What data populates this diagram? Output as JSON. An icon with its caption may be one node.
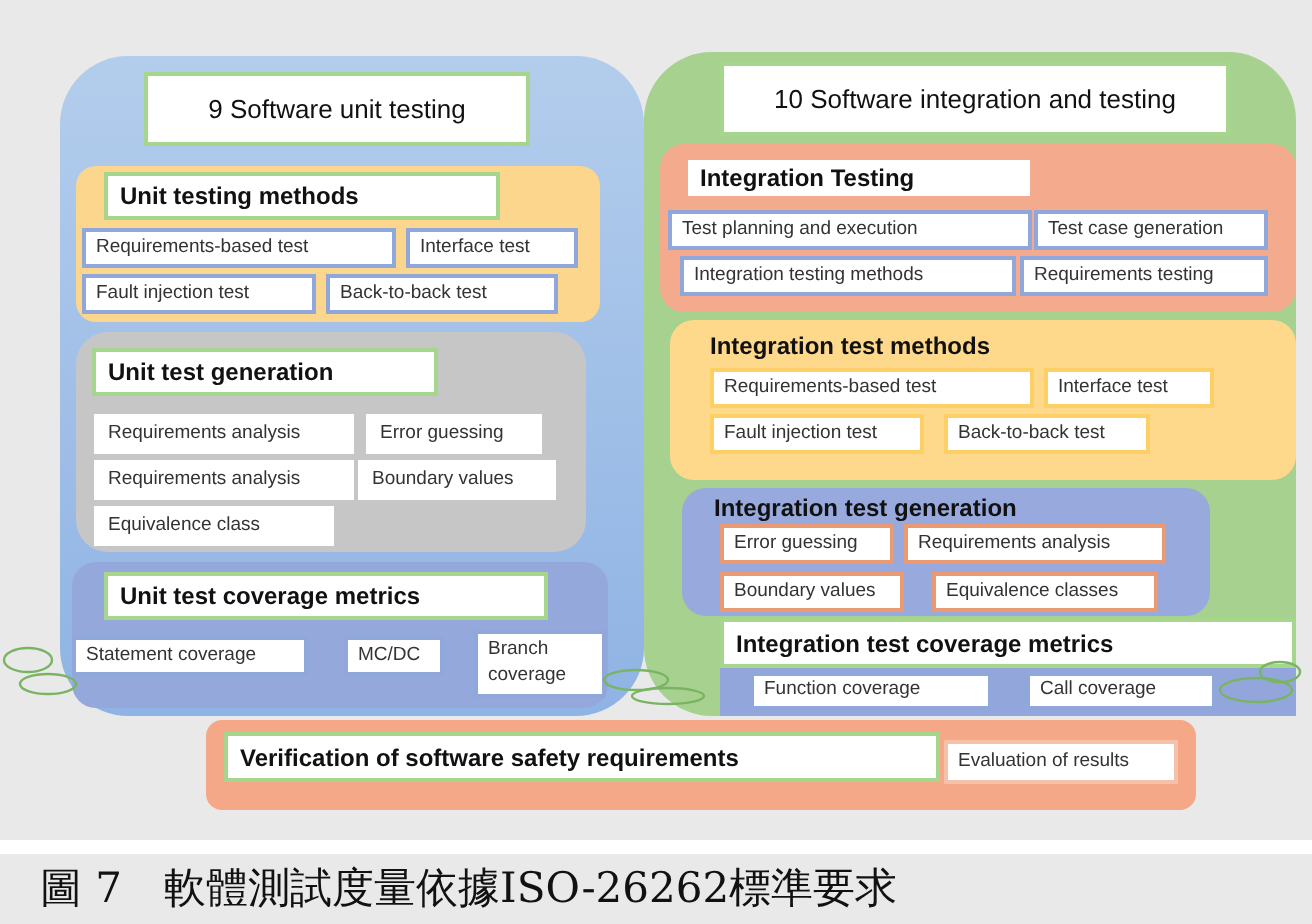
{
  "diagram": {
    "caption": "圖 7　軟體測試度量依據ISO-26262標準要求",
    "nodes": [
      {
        "text": [
          "9 Software unit testing"
        ]
      },
      {
        "text": [
          "Unit testing methods"
        ],
        "in": 0
      },
      {
        "text": [
          "Requirements-based test"
        ],
        "in": 1
      },
      {
        "text": [
          "Interface test"
        ],
        "in": 1
      },
      {
        "text": [
          "Fault injection test"
        ],
        "in": 1
      },
      {
        "text": [
          "Back-to-back test"
        ],
        "in": 1
      },
      {
        "text": [
          "Unit test generation"
        ],
        "in": 0
      },
      {
        "text": [
          "Requirements analysis"
        ],
        "in": 6
      },
      {
        "text": [
          "Error guessing"
        ],
        "in": 6
      },
      {
        "text": [
          "Requirements analysis"
        ],
        "in": 6
      },
      {
        "text": [
          "Boundary values"
        ],
        "in": 6
      },
      {
        "text": [
          "Equivalence class"
        ],
        "in": 6
      },
      {
        "text": [
          "Unit test coverage metrics"
        ],
        "in": 0
      },
      {
        "text": [
          "Statement coverage"
        ],
        "in": 12
      },
      {
        "text": [
          "MC/DC"
        ],
        "in": 12
      },
      {
        "text": [
          "Branch coverage"
        ],
        "in": 12
      },
      {
        "text": [
          "10 Software integration and testing"
        ]
      },
      {
        "text": [
          "Integration Testing"
        ],
        "in": 16
      },
      {
        "text": [
          "Test planning and execution"
        ],
        "in": 17
      },
      {
        "text": [
          "Test case generation"
        ],
        "in": 17
      },
      {
        "text": [
          "Integration testing methods"
        ],
        "in": 17
      },
      {
        "text": [
          "Requirements testing"
        ],
        "in": 17
      },
      {
        "text": [
          "Integration test methods"
        ],
        "in": 16
      },
      {
        "text": [
          "Requirements-based test"
        ],
        "in": 22
      },
      {
        "text": [
          "Interface test"
        ],
        "in": 22
      },
      {
        "text": [
          "Fault injection test"
        ],
        "in": 22
      },
      {
        "text": [
          "Back-to-back test"
        ],
        "in": 22
      },
      {
        "text": [
          "Integration test generation"
        ],
        "in": 16
      },
      {
        "text": [
          "Error guessing"
        ],
        "in": 27
      },
      {
        "text": [
          "Requirements analysis"
        ],
        "in": 27
      },
      {
        "text": [
          "Boundary values"
        ],
        "in": 27
      },
      {
        "text": [
          "Equivalence classes"
        ],
        "in": 27
      },
      {
        "text": [
          "Integration test coverage metrics"
        ],
        "in": 16
      },
      {
        "text": [
          "Function coverage"
        ],
        "in": 32
      },
      {
        "text": [
          "Call coverage"
        ],
        "in": 32
      },
      {
        "text": [
          "Verification of software safety requirements"
        ]
      },
      {
        "text": [
          "Evaluation of results"
        ],
        "in": 35
      }
    ]
  }
}
